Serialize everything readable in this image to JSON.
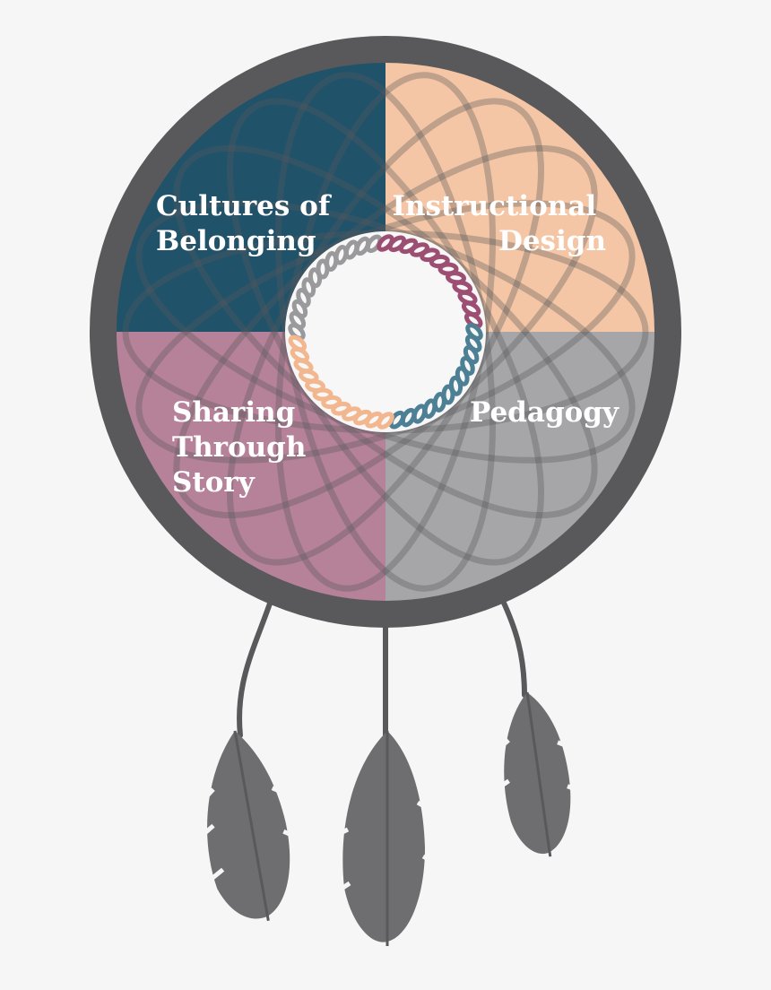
{
  "quadrants": {
    "top_left": {
      "lines": [
        "Cultures of",
        "Belonging"
      ],
      "color": "#20526a"
    },
    "top_right": {
      "lines": [
        "Instructional",
        "Design"
      ],
      "color": "#f5c6a5"
    },
    "bottom_left": {
      "lines": [
        "Sharing",
        "Through",
        "Story"
      ],
      "color": "#b58299"
    },
    "bottom_right": {
      "lines": [
        "Pedagogy"
      ],
      "color": "#a6a6a8"
    }
  },
  "colors": {
    "background": "#f6f6f6",
    "rim": "#59595b",
    "web_lines": "rgba(90,90,92,0.35)",
    "center": "#f7f7f7",
    "braid_gray": "#9a9a9c",
    "braid_rose": "#9c4f72",
    "braid_teal": "#4d7f95",
    "braid_peach": "#f3b78f",
    "feather": "#6e6e70"
  },
  "icons": {
    "braid": "braided-ring-icon",
    "feathers": "feather-icon"
  }
}
